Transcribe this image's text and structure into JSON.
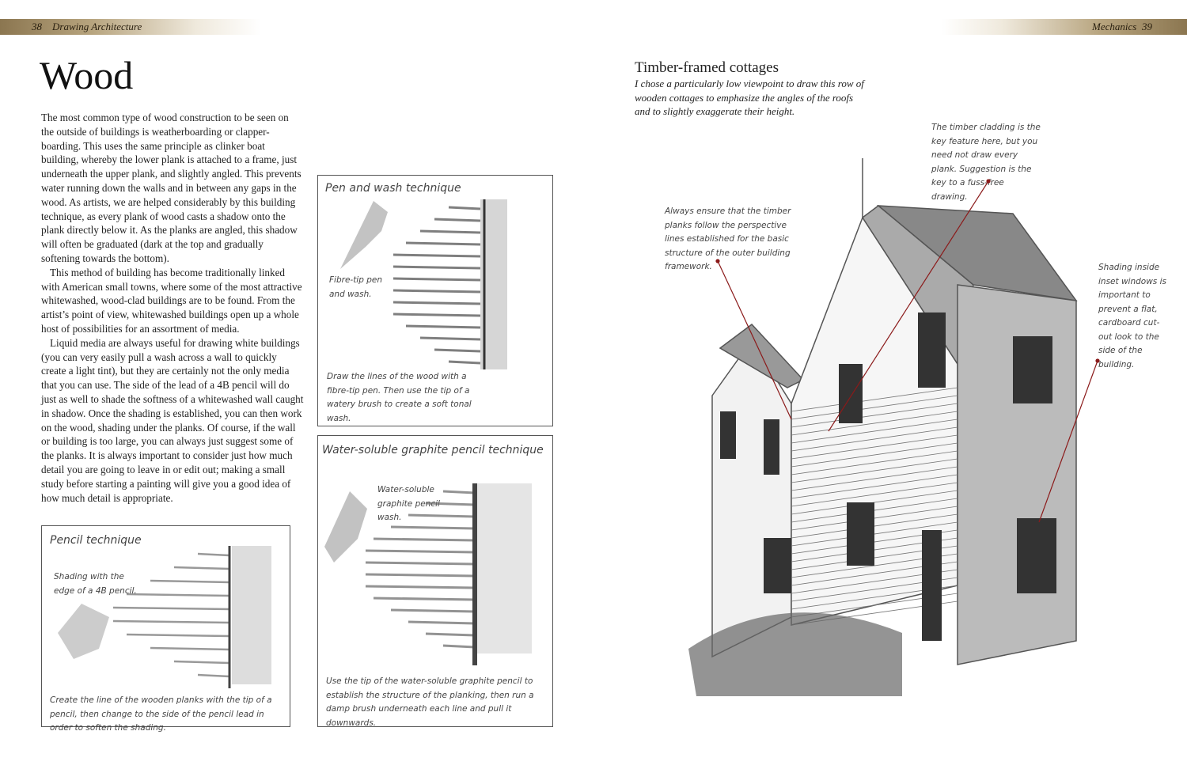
{
  "header_left": {
    "page_number": "38",
    "section": "Drawing Architecture"
  },
  "header_right": {
    "section": "Mechanics",
    "page_number": "39"
  },
  "title": "Wood",
  "body": [
    "The most common type of wood construction to be seen on the outside of buildings is weatherboarding or clapper-boarding. This uses the same principle as clinker boat building, whereby the lower plank is attached to a frame, just underneath the upper plank, and slightly angled. This prevents water running down the walls and in between any gaps in the wood. As artists, we are helped considerably by this building technique, as every plank of wood casts a shadow onto the plank directly below it. As the planks are angled, this shadow will often be graduated (dark at the top and gradually softening towards the bottom).",
    "This method of building has become traditionally linked with American small towns, where some of the most attractive whitewashed, wood-clad buildings are to be found. From the artist’s point of view, whitewashed buildings open up a whole host of possibilities for an assortment of media.",
    "Liquid media are always useful for drawing white buildings (you can very easily pull a wash across a wall to quickly create a light tint), but they are certainly not the only media that you can use. The side of the lead of a 4B pencil will do just as well to shade the softness of a whitewashed wall caught in shadow. Once the shading is established, you can then work on the wood, shading under the planks. Of course, if the wall or building is too large, you can always just suggest some of the planks. It is always important to consider just how much detail you are going to leave in or edit out; making a small study before starting a painting will give you a good idea of how much detail is appropriate."
  ],
  "boxes": {
    "pen": {
      "title": "Pen and wash technique",
      "label": "Fibre-tip pen and wash.",
      "caption": "Draw the lines of the wood with a fibre-tip pen. Then use the tip of a watery brush to create a soft tonal wash."
    },
    "water": {
      "title": "Water-soluble graphite pencil technique",
      "label": "Water-soluble graphite pencil wash.",
      "caption": "Use the tip of the water-soluble graphite pencil to establish the structure of the planking, then run a damp brush underneath each line and pull it downwards."
    },
    "pencil": {
      "title": "Pencil technique",
      "label": "Shading with the edge of a 4B pencil.",
      "caption": "Create the line of the wooden planks with the tip of a pencil, then change to the side of the pencil lead in order to soften the shading."
    }
  },
  "right": {
    "title": "Timber-framed cottages",
    "intro": "I chose a particularly low viewpoint to draw this row of wooden cottages to emphasize the angles of the roofs and to slightly exaggerate their height.",
    "notes": [
      "Always ensure that the timber planks follow the perspective lines established for the basic structure of the outer building framework.",
      "The timber cladding is the key feature here, but you need not draw every plank. Suggestion is the key to a fuss-free drawing.",
      "Shading inside inset windows is important to prevent a flat, cardboard cut-out look to the side of the building."
    ]
  },
  "colors": {
    "header_gold": "#8b7650",
    "annotation_red": "#8b1a1a"
  }
}
